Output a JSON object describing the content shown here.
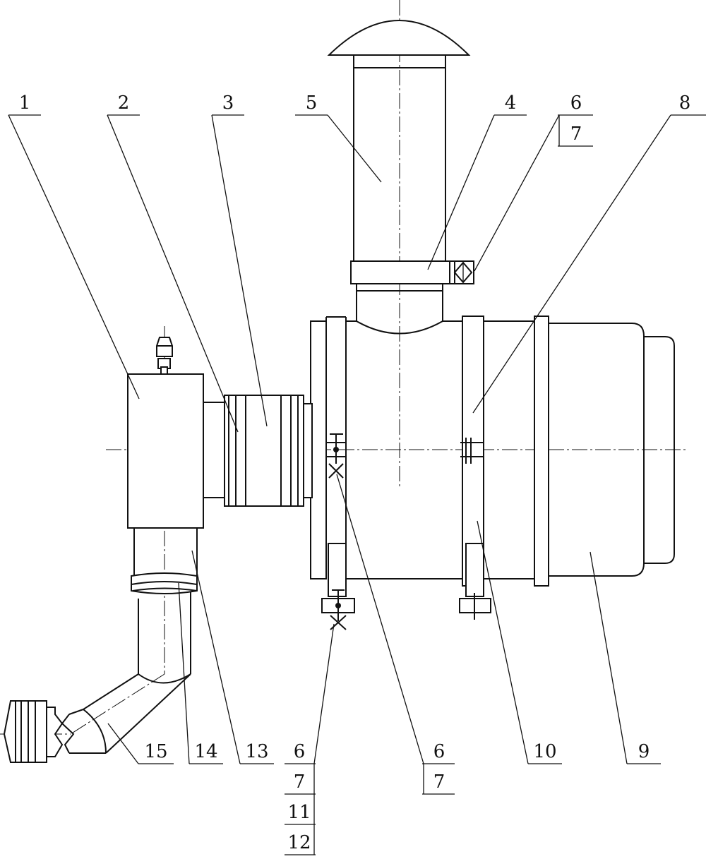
{
  "callouts": {
    "c1": "1",
    "c2": "2",
    "c3": "3",
    "c4": "4",
    "c5": "5",
    "c6_top": "6",
    "c7_top": "7",
    "c8": "8",
    "c9": "9",
    "c10": "10",
    "c13": "13",
    "c14": "14",
    "c15": "15",
    "c6_bottom_left": "6",
    "c7_bottom_left": "7",
    "c11": "11",
    "c12": "12",
    "c6_bottom_mid": "6",
    "c7_bottom_mid": "7"
  }
}
